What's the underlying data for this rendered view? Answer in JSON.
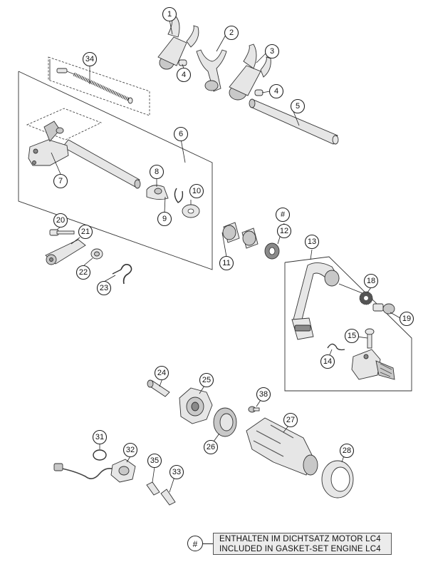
{
  "callouts": [
    {
      "id": "c1",
      "label": "1"
    },
    {
      "id": "c2",
      "label": "2"
    },
    {
      "id": "c3",
      "label": "3"
    },
    {
      "id": "c4a",
      "label": "4"
    },
    {
      "id": "c4b",
      "label": "4"
    },
    {
      "id": "c5",
      "label": "5"
    },
    {
      "id": "c6",
      "label": "6"
    },
    {
      "id": "c7",
      "label": "7"
    },
    {
      "id": "c8",
      "label": "8"
    },
    {
      "id": "c9",
      "label": "9"
    },
    {
      "id": "c10",
      "label": "10"
    },
    {
      "id": "c11",
      "label": "11"
    },
    {
      "id": "c12",
      "label": "12"
    },
    {
      "id": "chash",
      "label": "#"
    },
    {
      "id": "c13",
      "label": "13"
    },
    {
      "id": "c14",
      "label": "14"
    },
    {
      "id": "c15",
      "label": "15"
    },
    {
      "id": "c18",
      "label": "18"
    },
    {
      "id": "c19",
      "label": "19"
    },
    {
      "id": "c20",
      "label": "20"
    },
    {
      "id": "c21",
      "label": "21"
    },
    {
      "id": "c22",
      "label": "22"
    },
    {
      "id": "c23",
      "label": "23"
    },
    {
      "id": "c24",
      "label": "24"
    },
    {
      "id": "c25",
      "label": "25"
    },
    {
      "id": "c26",
      "label": "26"
    },
    {
      "id": "c27",
      "label": "27"
    },
    {
      "id": "c28",
      "label": "28"
    },
    {
      "id": "c31",
      "label": "31"
    },
    {
      "id": "c32",
      "label": "32"
    },
    {
      "id": "c33",
      "label": "33"
    },
    {
      "id": "c34",
      "label": "34"
    },
    {
      "id": "c35",
      "label": "35"
    },
    {
      "id": "c38",
      "label": "38"
    }
  ],
  "legend": {
    "symbol": "#",
    "line_de": "ENTHALTEN IM DICHTSATZ MOTOR LC4",
    "line_en": "INCLUDED IN GASKET-SET ENGINE LC4"
  }
}
